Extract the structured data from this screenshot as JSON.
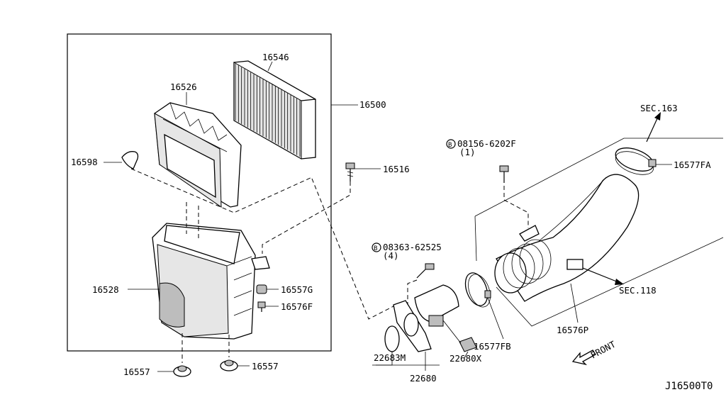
{
  "labels": {
    "p16546": "16546",
    "p16526": "16526",
    "p16500": "16500",
    "p16598": "16598",
    "p16516": "16516",
    "p16528": "16528",
    "p16557G": "16557G",
    "p16576F": "16576F",
    "p16557_left": "16557",
    "p16557_right": "16557",
    "bolt1_code": "08156-6202F",
    "bolt1_qty": "(1)",
    "bolt2_code": "08363-62525",
    "bolt2_qty": "(4)",
    "bolt_symbol": "B",
    "sec163": "SEC.163",
    "p16577FA": "16577FA",
    "sec118": "SEC.118",
    "p16576P": "16576P",
    "p16577FB": "16577FB",
    "p22683M": "22683M",
    "p22680X": "22680X",
    "p22680": "22680",
    "front": "FRONT",
    "diagram_code": "J16500T0"
  }
}
